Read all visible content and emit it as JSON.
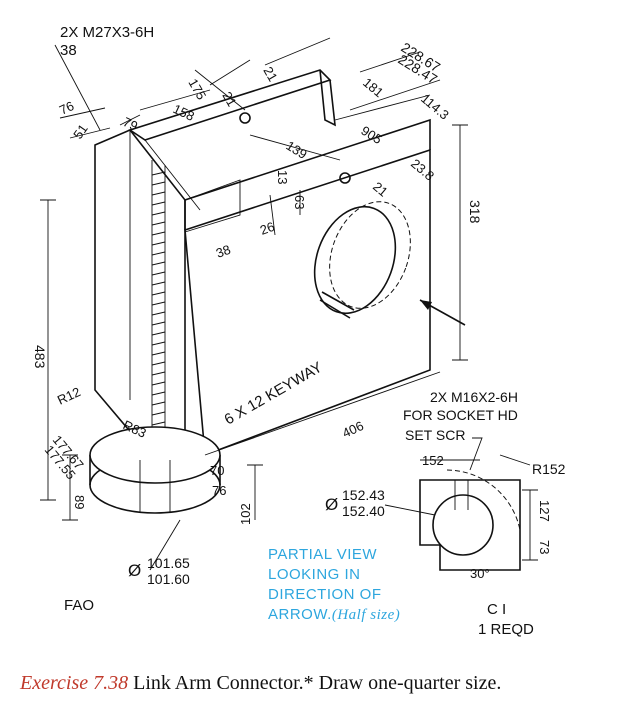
{
  "dims": {
    "top_thread_1": "2X M27X3-6H",
    "top_thread_2": "38",
    "d175": "175",
    "d21a": "21",
    "d21b": "21",
    "d22867": "228.67",
    "d22847": "228.47",
    "d181": "181",
    "d1143": "114.3",
    "d76a": "76",
    "d51": "51",
    "d79": "79",
    "d158": "158",
    "d139": "139",
    "d905": "905",
    "d238": "23.8",
    "d21c": "21",
    "d13": "13",
    "d63": "63",
    "d26": "26",
    "d38": "38",
    "d318": "318",
    "d483": "483",
    "keyway": "6 X 12 KEYWAY",
    "d406": "406",
    "r12": "R12",
    "r83": "R83",
    "d17767": "177.67",
    "d17755": "177.55",
    "d89": "89",
    "d70": "70",
    "d76b": "76",
    "d102": "102",
    "dia_a1": "101.65",
    "dia_a2": "101.60",
    "dia_b1": "152.43",
    "dia_b2": "152.40",
    "phi": "Ø",
    "socket_1": "2X M16X2-6H",
    "socket_2": "FOR SOCKET HD",
    "socket_3": "SET SCR",
    "d152": "152",
    "r152": "R152",
    "d127": "127",
    "d73": "73",
    "d30": "30°",
    "fao": "FAO",
    "material": "C I",
    "reqd": "1 REQD"
  },
  "callout": {
    "l1": "PARTIAL VIEW",
    "l2": "LOOKING IN",
    "l3": "DIRECTION OF",
    "l4_main": "ARROW.",
    "l4_note": "(Half size)"
  },
  "caption": {
    "number": "Exercise 7.38",
    "text": " Link Arm Connector.* Draw one-quarter size."
  },
  "colors": {
    "callout": "#2da6de",
    "caption_number": "#c0392b",
    "ink": "#111111"
  }
}
